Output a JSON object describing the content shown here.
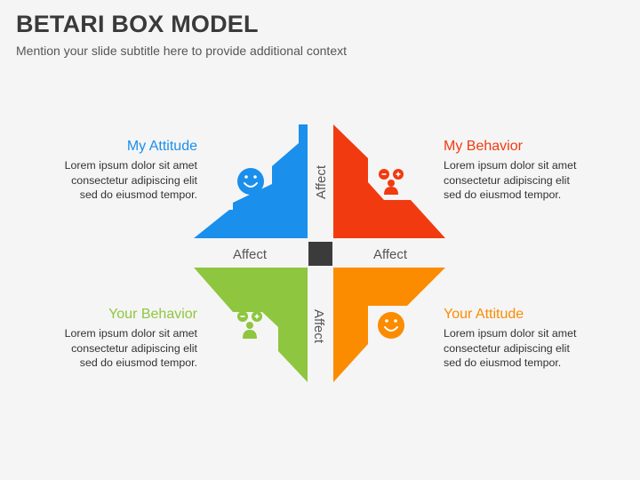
{
  "header": {
    "title": "BETARI BOX MODEL",
    "subtitle": "Mention your slide subtitle here to provide additional context"
  },
  "quadrants": {
    "top_left": {
      "heading": "My Attitude",
      "color": "#1a8fec",
      "icon": "smiley-face-icon"
    },
    "top_right": {
      "heading": "My Behavior",
      "color": "#f23a10",
      "icon": "person-plus-minus-icon"
    },
    "bottom_left": {
      "heading": "Your Behavior",
      "color": "#8ec63f",
      "icon": "person-plus-minus-icon"
    },
    "bottom_right": {
      "heading": "Your Attitude",
      "color": "#fb8c00",
      "icon": "smiley-face-icon"
    }
  },
  "body_lines": [
    "Lorem ipsum dolor sit amet",
    "consectetur adipiscing elit",
    "sed do eiusmod tempor."
  ],
  "connectors": {
    "top": "Affect",
    "left": "Affect",
    "right": "Affect",
    "bottom": "Affect"
  },
  "center_square_color": "#3b3b3b"
}
